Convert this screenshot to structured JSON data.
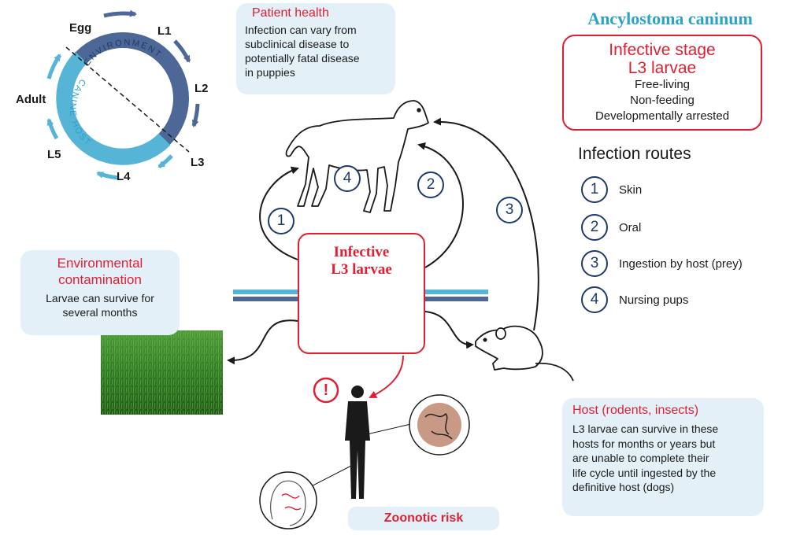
{
  "title": "Ancylostoma caninum",
  "infective_stage": {
    "heading_line1": "Infective stage",
    "heading_line2": "L3 larvae",
    "traits": [
      "Free-living",
      "Non-feeding",
      "Developmentally arrested"
    ]
  },
  "infection_routes": {
    "title": "Infection routes",
    "items": [
      {
        "num": "1",
        "label": "Skin"
      },
      {
        "num": "2",
        "label": "Oral"
      },
      {
        "num": "3",
        "label": "Ingestion by host (prey)"
      },
      {
        "num": "4",
        "label": "Nursing pups"
      }
    ]
  },
  "lifecycle": {
    "stages": {
      "egg": "Egg",
      "l1": "L1",
      "l2": "L2",
      "l3": "L3",
      "l4": "L4",
      "l5": "L5",
      "adult": "Adult"
    },
    "ring_outer": "ENVIRONMENT",
    "ring_inner": "CANINE HOST",
    "colors": {
      "environment": "#4d6796",
      "host": "#56b4d6",
      "highlight": "#e01f33"
    }
  },
  "patient_health": {
    "title": "Patient health",
    "text": [
      "Infection can vary from",
      "subclinical disease to",
      "potentially fatal disease",
      "in puppies"
    ]
  },
  "environmental": {
    "title_line1": "Environmental",
    "title_line2": "contamination",
    "text": [
      "Larvae can survive for",
      "several months"
    ]
  },
  "center": {
    "line1": "Infective",
    "line2": "L3 larvae"
  },
  "host": {
    "title": "Host (rodents, insects)",
    "text": [
      "L3 larvae can survive in these",
      "hosts for months or years but",
      "are unable to complete their",
      "life cycle until ingested by the",
      "definitive host (dogs)"
    ]
  },
  "zoonotic": {
    "label": "Zoonotic risk",
    "alert": "!"
  },
  "diagram_numbers": [
    "1",
    "2",
    "3",
    "4"
  ]
}
